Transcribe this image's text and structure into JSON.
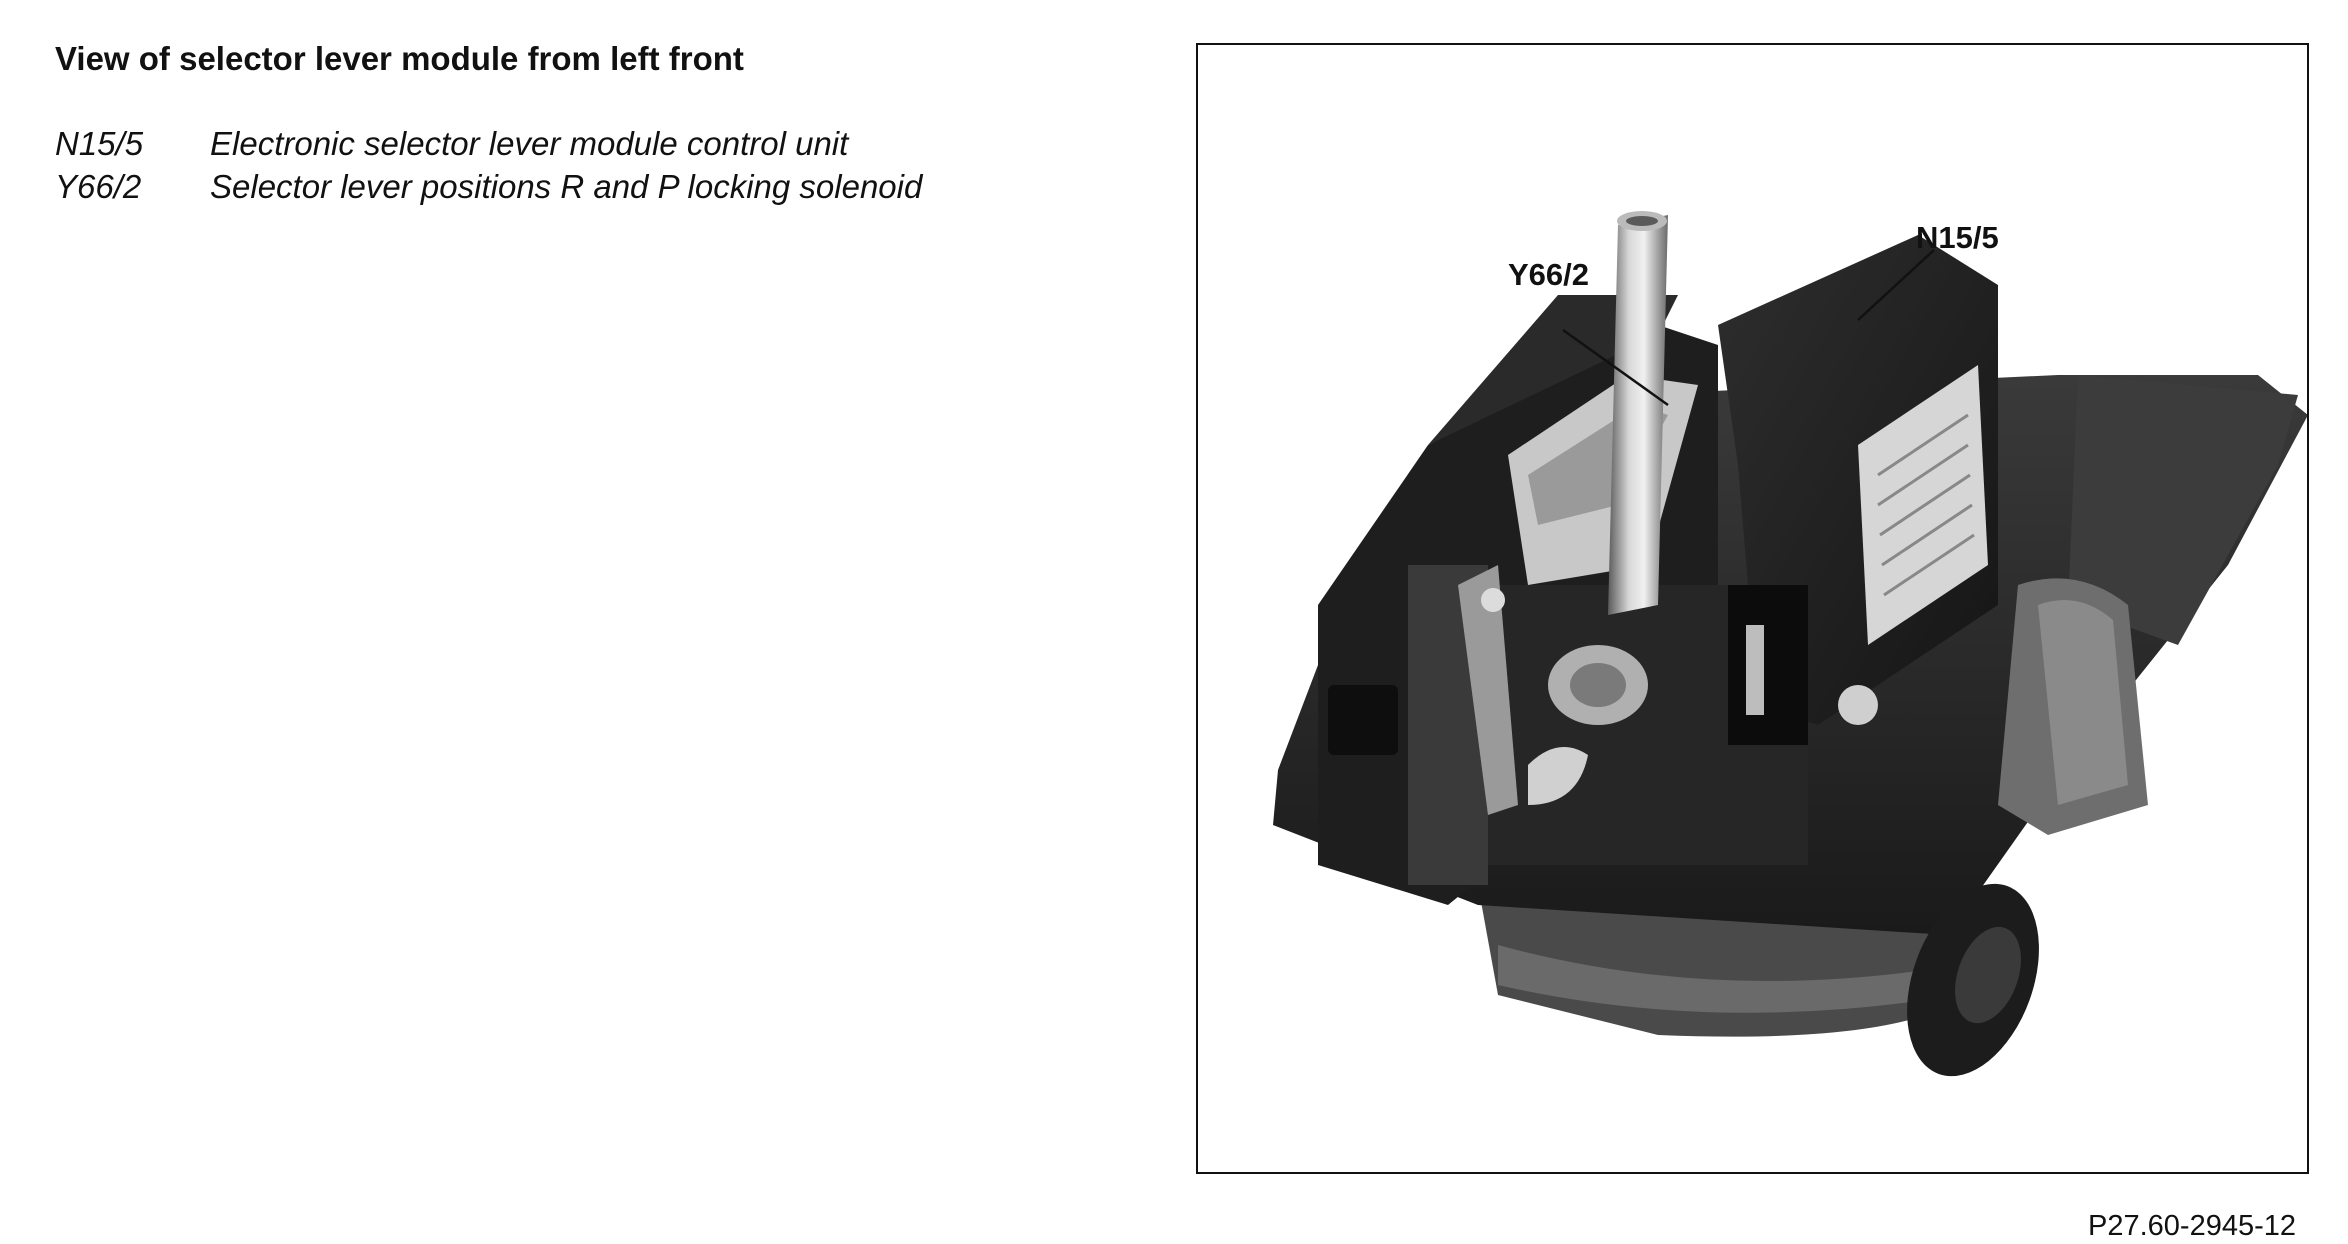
{
  "heading": "View of selector lever module from left front",
  "legend": [
    {
      "code": "N15/5",
      "description": "Electronic selector lever module control unit"
    },
    {
      "code": "Y66/2",
      "description": "Selector lever positions R and P locking solenoid"
    }
  ],
  "figure": {
    "callouts": {
      "n15_5": "N15/5",
      "y66_2": "Y66/2"
    }
  },
  "reference_code": "P27.60-2945-12"
}
